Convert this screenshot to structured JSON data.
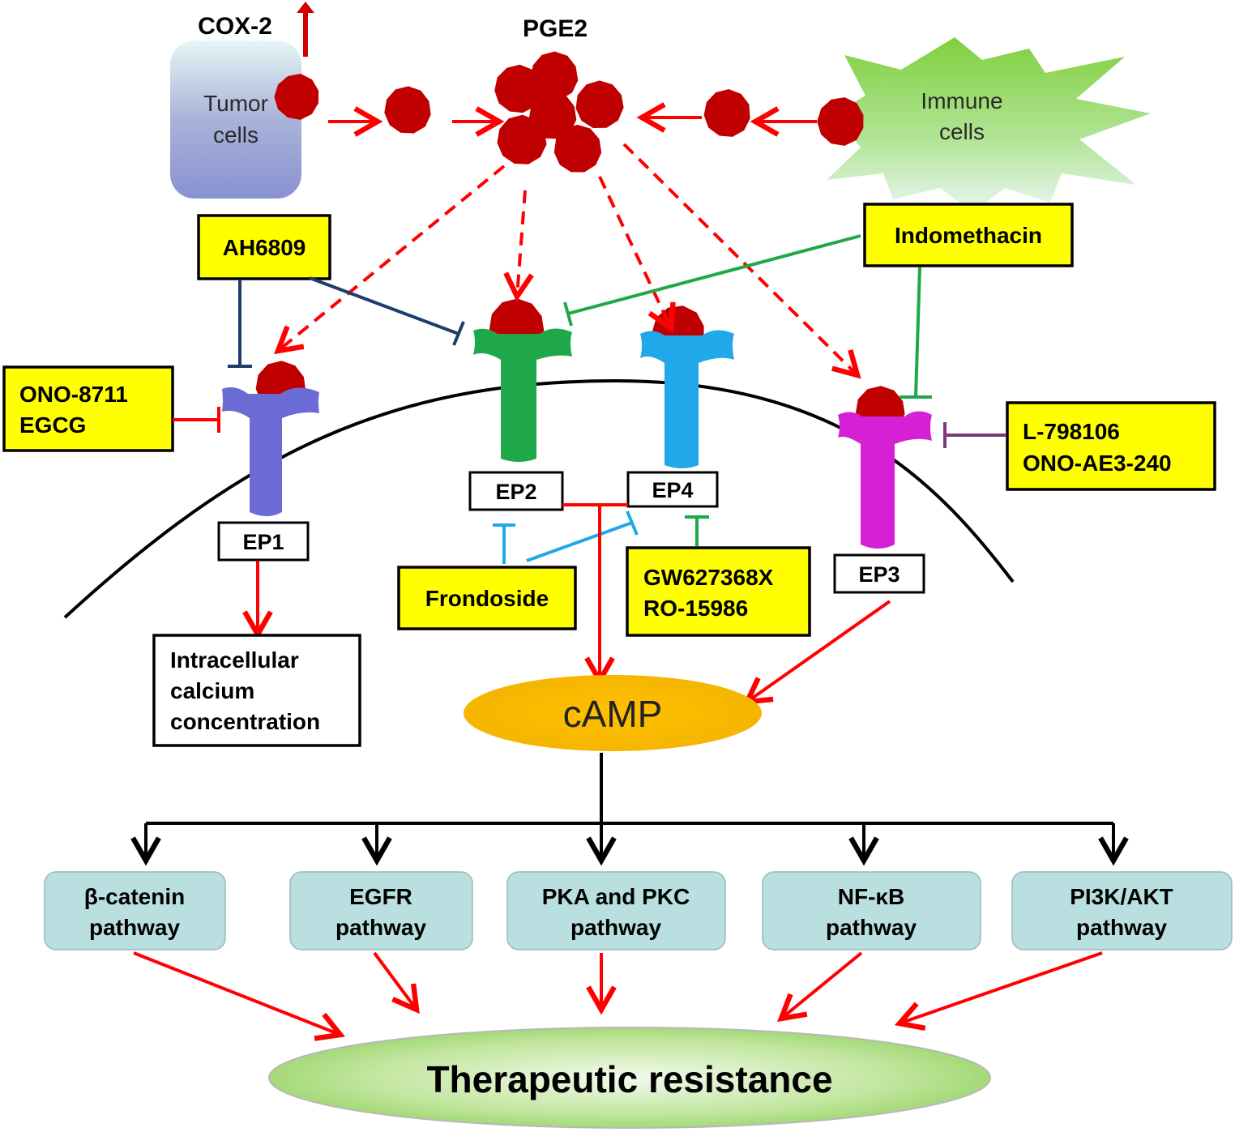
{
  "labels": {
    "cox2": "COX-2",
    "pge2": "PGE2",
    "tumor_cells": [
      "Tumor",
      "cells"
    ],
    "immune_cells": [
      "Immune",
      "cells"
    ],
    "camp": "cAMP",
    "therapeutic_resistance": "Therapeutic resistance",
    "calcium": [
      "Intracellular",
      "calcium",
      "concentration"
    ]
  },
  "receptors": {
    "ep1": "EP1",
    "ep2": "EP2",
    "ep3": "EP3",
    "ep4": "EP4"
  },
  "inhibitors": {
    "ah6809": "AH6809",
    "indomethacin": "Indomethacin",
    "ono8711_egcg": [
      "ONO-8711",
      "EGCG"
    ],
    "l798106_onoae3240": [
      "L-798106",
      "ONO-AE3-240"
    ],
    "frondoside": "Frondoside",
    "gw627368x_ro15986": [
      "GW627368X",
      "RO-15986"
    ]
  },
  "pathways": [
    [
      "β-catenin",
      "pathway"
    ],
    [
      "EGFR",
      "pathway"
    ],
    [
      "PKA and PKC",
      "pathway"
    ],
    [
      "NF-κB",
      "pathway"
    ],
    [
      "PI3K/AKT",
      "pathway"
    ]
  ],
  "colors": {
    "pge2_molecule": "#c00000",
    "activation_arrow": "#ff0000",
    "ep1_receptor": "#6b6bd6",
    "ep2_receptor": "#1fa84a",
    "ep4_receptor": "#20a8e8",
    "ep3_receptor": "#d620d6",
    "inhibitor_box": "#ffff00",
    "pathway_box": "#b9dfe0",
    "camp_ellipse": "#ffc000",
    "resistance_ellipse": "#9ed86a",
    "immune_burst": "#a9e27a"
  }
}
